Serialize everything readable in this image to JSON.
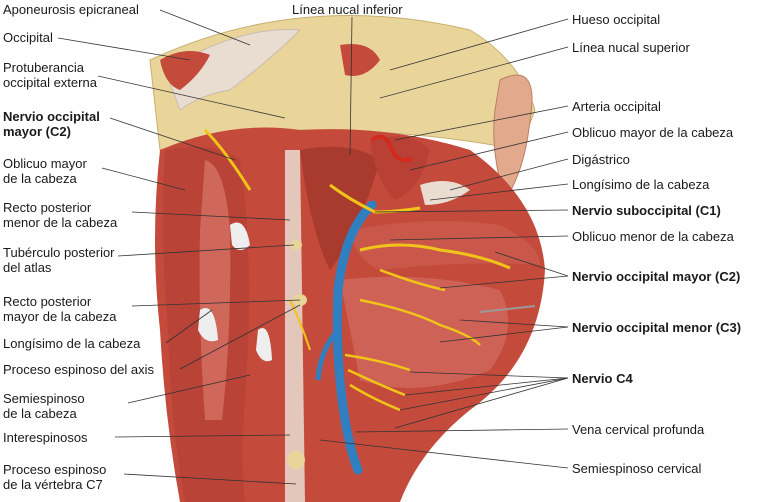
{
  "colors": {
    "muscle": "#c44a3c",
    "muscle_light": "#d9766a",
    "tendon": "#e8ddd0",
    "bone": "#e9d49a",
    "nerve": "#f0c419",
    "vein": "#2f7fc1",
    "artery": "#d32a1e",
    "leader_line": "#333333"
  },
  "labels_left": [
    {
      "lines": [
        "Aponeurosis epicraneal"
      ],
      "bold": false
    },
    {
      "lines": [
        "Occipital"
      ],
      "bold": false
    },
    {
      "lines": [
        "Protuberancia",
        "occipital externa"
      ],
      "bold": false
    },
    {
      "lines": [
        "Nervio occipital",
        "mayor (C2)"
      ],
      "bold": true
    },
    {
      "lines": [
        "Oblicuo mayor",
        "de la cabeza"
      ],
      "bold": false
    },
    {
      "lines": [
        "Recto posterior",
        "menor de la cabeza"
      ],
      "bold": false
    },
    {
      "lines": [
        "Tubérculo posterior",
        "del atlas"
      ],
      "bold": false
    },
    {
      "lines": [
        "Recto posterior",
        "mayor de la cabeza"
      ],
      "bold": false
    },
    {
      "lines": [
        "Longísimo de la cabeza"
      ],
      "bold": false
    },
    {
      "lines": [
        "Proceso espinoso del axis"
      ],
      "bold": false
    },
    {
      "lines": [
        "Semiespinoso",
        "de la cabeza"
      ],
      "bold": false
    },
    {
      "lines": [
        "Interespinosos"
      ],
      "bold": false
    },
    {
      "lines": [
        "Proceso espinoso",
        "de la vértebra C7"
      ],
      "bold": false
    }
  ],
  "labels_top": [
    {
      "lines": [
        "Línea nucal inferior"
      ],
      "bold": false
    }
  ],
  "labels_right": [
    {
      "lines": [
        "Hueso occipital"
      ],
      "bold": false
    },
    {
      "lines": [
        "Línea nucal superior"
      ],
      "bold": false
    },
    {
      "lines": [
        "Arteria occipital"
      ],
      "bold": false
    },
    {
      "lines": [
        "Oblicuo mayor de la cabeza"
      ],
      "bold": false
    },
    {
      "lines": [
        "Digástrico"
      ],
      "bold": false
    },
    {
      "lines": [
        "Longísimo de la cabeza"
      ],
      "bold": false
    },
    {
      "lines": [
        "Nervio suboccipital (C1)"
      ],
      "bold": true
    },
    {
      "lines": [
        "Oblicuo menor de la cabeza"
      ],
      "bold": false
    },
    {
      "lines": [
        "Nervio occipital mayor (C2)"
      ],
      "bold": true
    },
    {
      "lines": [
        "Nervio occipital menor (C3)"
      ],
      "bold": true
    },
    {
      "lines": [
        "Nervio C4"
      ],
      "bold": true
    },
    {
      "lines": [
        "Vena cervical profunda"
      ],
      "bold": false
    },
    {
      "lines": [
        "Semiespinoso cervical"
      ],
      "bold": false
    }
  ]
}
